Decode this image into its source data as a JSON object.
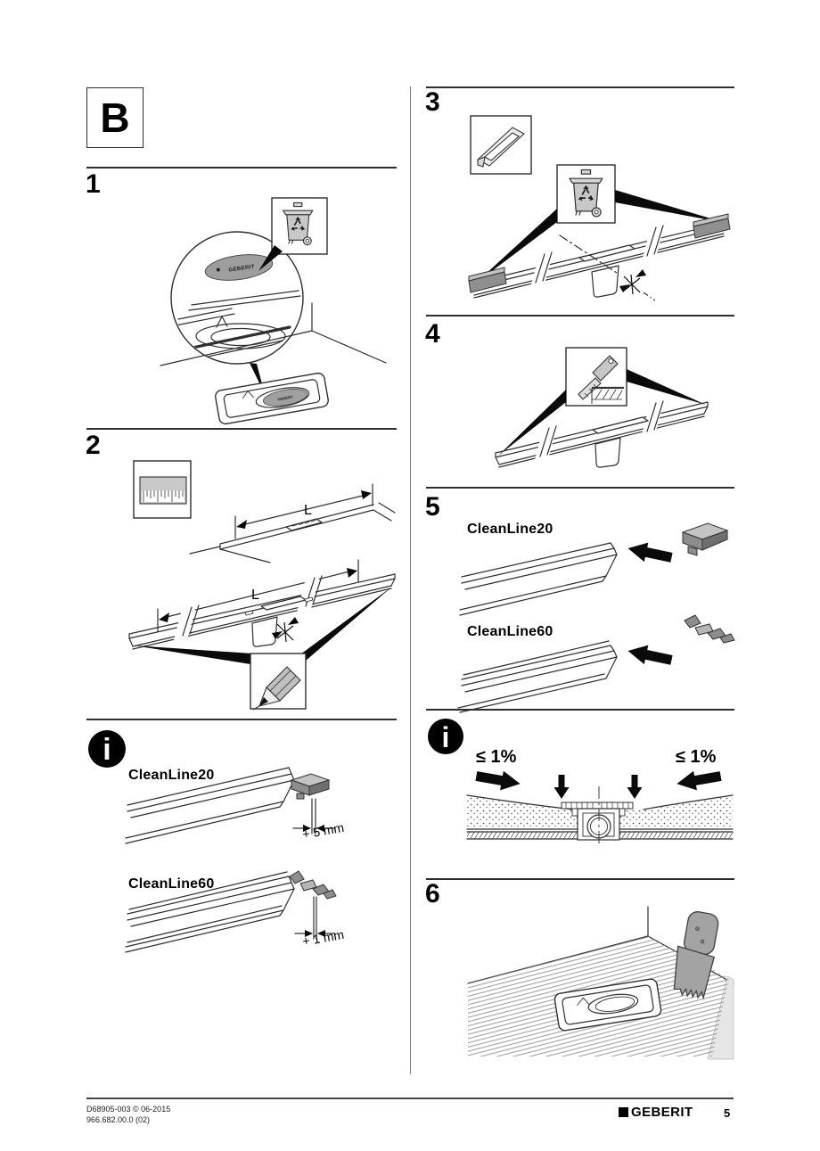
{
  "labels": {
    "section_letter": "B",
    "step1": "1",
    "step2": "2",
    "step3": "3",
    "step4": "4",
    "step5": "5",
    "step6": "6",
    "dim_length": "L",
    "cleanline20": "CleanLine20",
    "cleanline60": "CleanLine60",
    "offset_cleanline20": "+ 5 mm",
    "offset_cleanline60": "+ 1 mm",
    "slope_max": "≤ 1%",
    "sticker_brand": "GEBERIT",
    "info_symbol": "i"
  },
  "footer": {
    "document_code": "D68905-003 © 06-2015",
    "article_number": "966.682.00.0 (02)",
    "brand": "GEBERIT",
    "page_number": "5"
  },
  "icons": {
    "info_icon": "i-in-black-circle",
    "recycle_bin_icon": "wheeled-bin-with-recycle-arrows",
    "ruler_icon": "measuring-scale",
    "pencil_icon": "pencil",
    "protective_cover_icon": "cover-strip",
    "file_icon": "file-over-edge",
    "trowel_icon": "notched-trowel",
    "marking_icon": "mark-arrows-cross"
  },
  "colors": {
    "line": "#2e2e2e",
    "sticker_gray": "#9e9e9e",
    "part_gray": "#8d8d8d",
    "light_gray": "#c6c6c6"
  }
}
